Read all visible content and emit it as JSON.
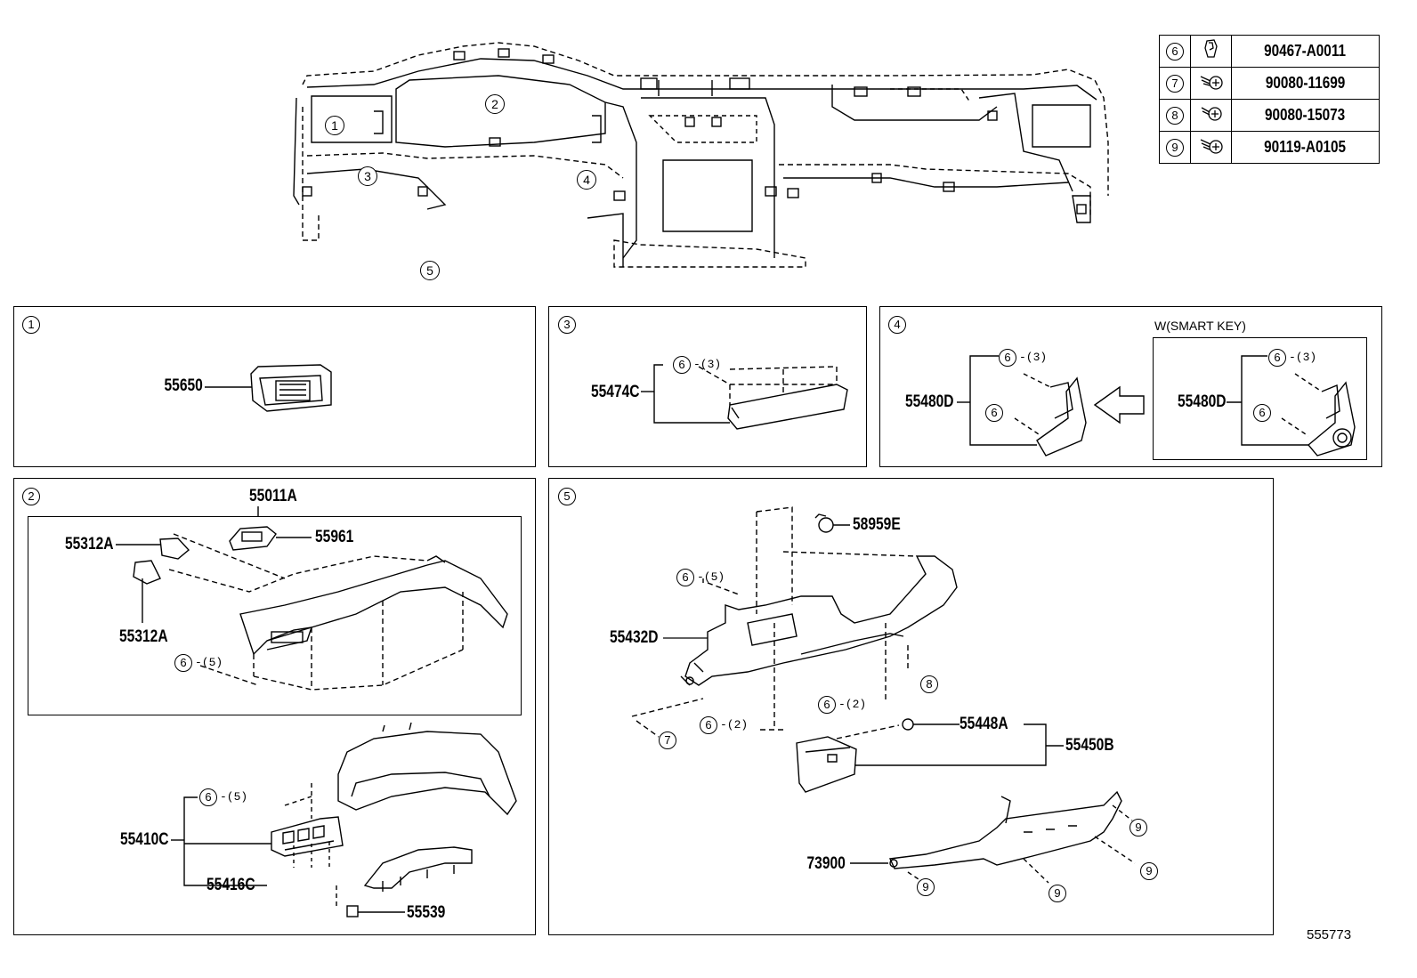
{
  "legend": [
    {
      "ref": "6",
      "icon": "clip-icon",
      "part": "90467-A0011"
    },
    {
      "ref": "7",
      "icon": "screw-icon",
      "part": "90080-11699"
    },
    {
      "ref": "8",
      "icon": "screw-icon",
      "part": "90080-15073"
    },
    {
      "ref": "9",
      "icon": "screw-icon",
      "part": "90119-A0105"
    }
  ],
  "overview": {
    "callouts": [
      "1",
      "2",
      "3",
      "4",
      "5"
    ]
  },
  "panels": {
    "p1": {
      "num": "1",
      "parts": [
        "55650"
      ]
    },
    "p3": {
      "num": "3",
      "parts": [
        "55474C"
      ],
      "ref": "6",
      "qty": "-(3)"
    },
    "p4": {
      "num": "4",
      "variant": "W(SMART KEY)",
      "parts": [
        "55480D",
        "55480D"
      ],
      "refs": [
        "6",
        "6",
        "6",
        "6"
      ],
      "qty": [
        "-(3)",
        "-(3)"
      ]
    },
    "p2": {
      "num": "2",
      "parts": [
        "55011A",
        "55312A",
        "55961",
        "55312A",
        "55410C",
        "55416C",
        "55539"
      ],
      "refs": [
        "6",
        "6"
      ],
      "qty": [
        "-(5)",
        "-(5)"
      ]
    },
    "p5": {
      "num": "5",
      "parts": [
        "58959E",
        "55432D",
        "55448A",
        "55450B",
        "73900"
      ],
      "refs": [
        "6",
        "6",
        "6",
        "8",
        "7",
        "9",
        "9",
        "9",
        "9"
      ],
      "qty": [
        "-(5)",
        "-(2)",
        "-(2)"
      ]
    }
  },
  "footer": {
    "code": "555773"
  }
}
